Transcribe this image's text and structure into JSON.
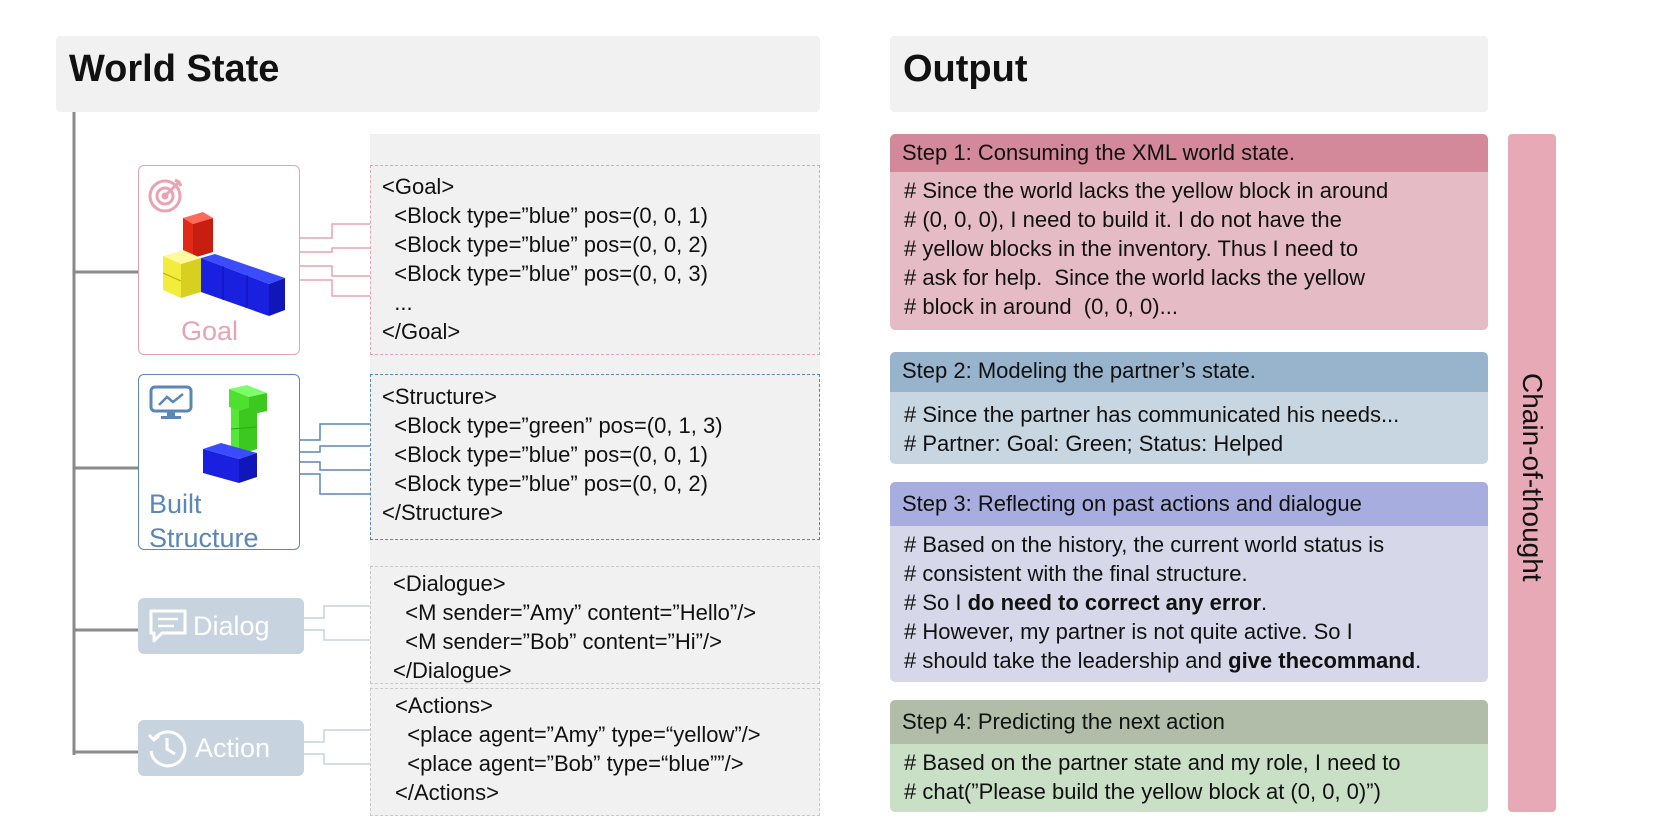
{
  "left_panel": {
    "title": "World State"
  },
  "right_panel": {
    "title": "Output"
  },
  "cards": {
    "goal": {
      "label": "Goal"
    },
    "structure": {
      "label_line1": "Built",
      "label_line2": "Structure"
    },
    "dialog": {
      "label": "Dialog"
    },
    "action": {
      "label": "Action"
    }
  },
  "xml": {
    "goal": [
      "<Goal>",
      "  <Block type=”blue” pos=(0, 0, 1)",
      "  <Block type=”blue” pos=(0, 0, 2)",
      "  <Block type=”blue” pos=(0, 0, 3)",
      "  ...",
      "</Goal>"
    ],
    "structure": [
      "<Structure>",
      "  <Block type=”green” pos=(0, 1, 3)",
      "  <Block type=”blue” pos=(0, 0, 1)",
      "  <Block type=”blue” pos=(0, 0, 2)",
      "</Structure>"
    ],
    "dialogue": [
      "<Dialogue>",
      "  <M sender=”Amy” content=”Hello”/>",
      "  <M sender=”Bob” content=”Hi”/>",
      "</Dialogue>"
    ],
    "actions": [
      "<Actions>",
      "  <place agent=”Amy” type=“yellow”/>",
      "  <place agent=”Bob” type=“blue””/>",
      "</Actions>"
    ]
  },
  "steps": [
    {
      "header": "Step 1: Consuming the XML world state.",
      "lines": [
        "# Since the world lacks the yellow block in around",
        "# (0, 0, 0), I need to build it. I do not have the",
        "# yellow blocks in the inventory. Thus I need to",
        "# ask for help.  Since the world lacks the yellow",
        "# block in around  (0, 0, 0)..."
      ]
    },
    {
      "header": "Step 2: Modeling the partner’s state.",
      "lines": [
        "# Since the partner has communicated his needs...",
        "# Partner: Goal: Green; Status: Helped"
      ]
    },
    {
      "header": "Step 3: Reflecting on past actions and dialogue",
      "line1": "# Based on the history, the current world status is",
      "line2": "# consistent with the final structure.",
      "line3_pre": "# So I ",
      "line3_bold": "do need to correct any error",
      "line3_post": ".",
      "line4": "# However, my partner is not quite active. So I",
      "line5_pre": "# should take the leadership and ",
      "line5_bold": "give thecommand",
      "line5_post": "."
    },
    {
      "header": "Step 4: Predicting the next action",
      "lines": [
        "# Based on the partner state and my role, I need to",
        "# chat(”Please build the yellow block at (0, 0, 0)”)"
      ]
    }
  ],
  "cot_label": "Chain-of-thought",
  "colors": {
    "goal": "#e9a3b3",
    "structure": "#5a86b8",
    "faded": "#c7d3df",
    "step1_head": "#d4899b",
    "step1_body": "#e5bcc5",
    "step2_head": "#98b4cc",
    "step2_body": "#c8d6e1",
    "step3_head": "#a8addf",
    "step3_body": "#d6d8ea",
    "step4_head": "#b1bda8",
    "step4_body": "#c9dfc6",
    "cot": "#e8a9b7"
  }
}
